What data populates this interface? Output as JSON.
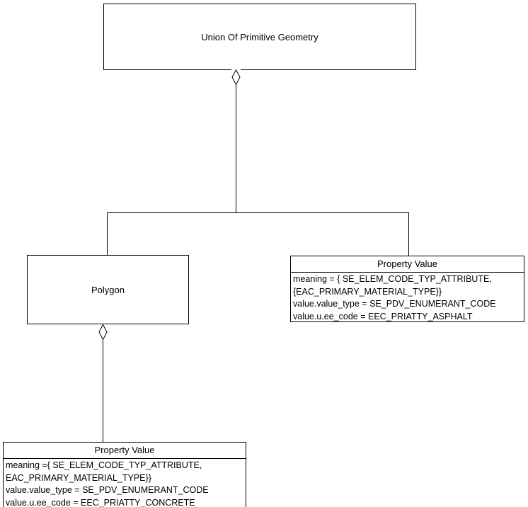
{
  "diagram": {
    "type": "uml-aggregation-diagram",
    "background_color": "#ffffff",
    "line_color": "#000000",
    "text_color": "#000000",
    "nodes": {
      "union_of_primitive_geometry": {
        "title": "Union Of Primitive Geometry"
      },
      "polygon": {
        "title": "Polygon"
      },
      "property_value_right": {
        "title": "Property Value",
        "attributes": [
          "meaning = { SE_ELEM_CODE_TYP_ATTRIBUTE,",
          "{EAC_PRIMARY_MATERIAL_TYPE}}",
          "value.value_type = SE_PDV_ENUMERANT_CODE",
          "value.u.ee_code = EEC_PRIATTY_ASPHALT"
        ]
      },
      "property_value_bottom": {
        "title": "Property Value",
        "attributes": [
          "meaning ={ SE_ELEM_CODE_TYP_ATTRIBUTE,",
          "EAC_PRIMARY_MATERIAL_TYPE}}",
          "value.value_type = SE_PDV_ENUMERANT_CODE",
          "value.u.ee_code = EEC_PRIATTY_CONCRETE"
        ]
      }
    },
    "connectors": [
      {
        "name": "union-to-children",
        "kind": "aggregation",
        "source": "union_of_primitive_geometry",
        "targets": [
          "polygon",
          "property_value_right"
        ],
        "marker": "hollow-diamond"
      },
      {
        "name": "polygon-to-property-value",
        "kind": "aggregation",
        "source": "polygon",
        "targets": [
          "property_value_bottom"
        ],
        "marker": "hollow-diamond"
      }
    ]
  }
}
